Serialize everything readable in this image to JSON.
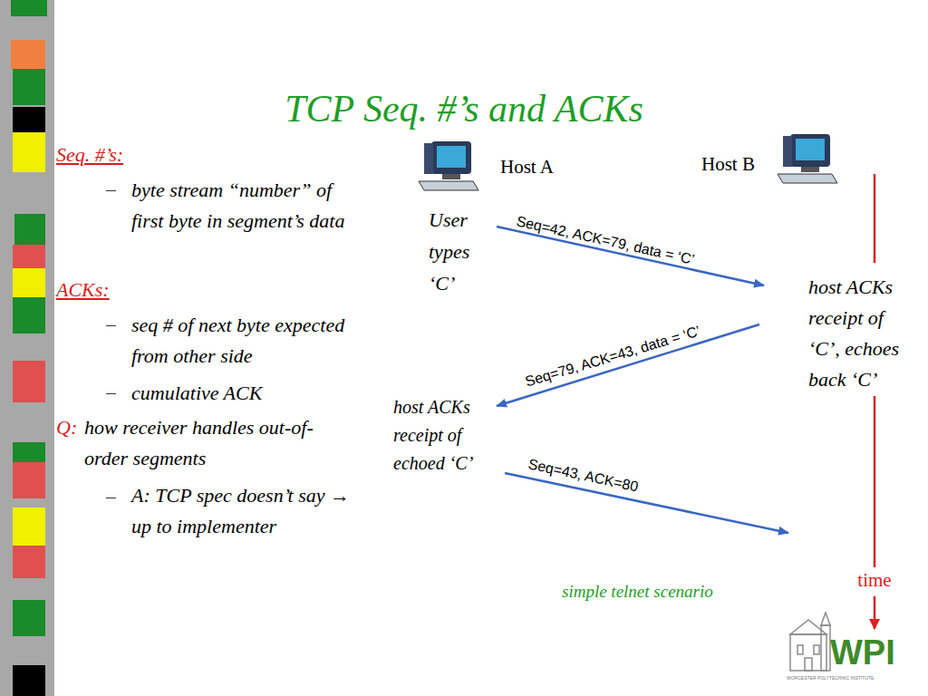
{
  "diagram": {
    "title": "TCP Seq. #’s and ACKs",
    "labels": [
      "Seq. #’s:",
      "byte stream “number” of first byte in segment’s data",
      "ACKs:",
      "seq # of next byte expected from other side",
      "cumulative ACK",
      "Q:",
      "how receiver handles out-of-order segments",
      "A: TCP spec doesn’t say → up to implementer",
      "Host A",
      "Host B",
      "User types ‘C’",
      "Seq=42, ACK=79, data = ‘C’",
      "host ACKs receipt of ‘C’, echoes back ‘C’",
      "Seq=79, ACK=43, data = ‘C’",
      "host ACKs receipt of echoed ‘C’",
      "Seq=43, ACK=80",
      "time",
      "simple telnet scenario",
      "WPI",
      "WORCESTER POLYTECHNIC INSTITUTE"
    ]
  }
}
